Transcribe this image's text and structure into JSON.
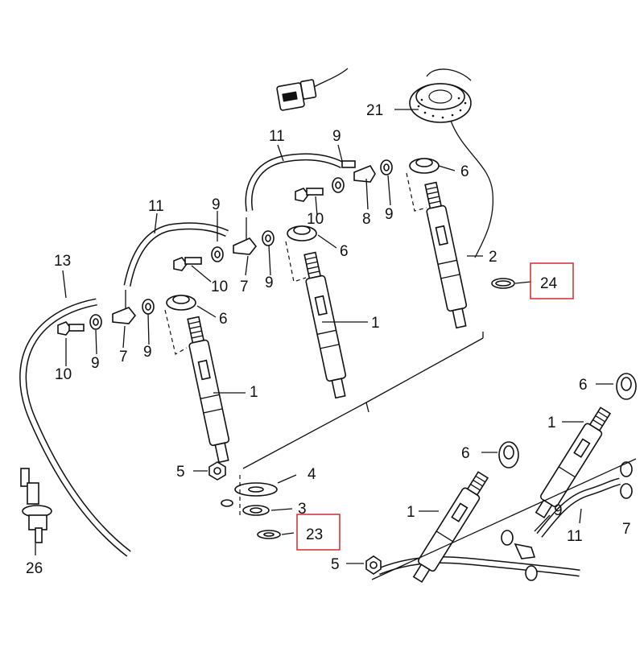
{
  "diagram": {
    "highlight_color": "#d23a3a",
    "labels": {
      "l21": "21",
      "l11a": "11",
      "l11b": "11",
      "l11c": "11",
      "l13": "13",
      "l9a": "9",
      "l9b": "9",
      "l9c": "9",
      "l9d": "9",
      "l9e": "9",
      "l9f": "9",
      "l9g": "9",
      "l10a": "10",
      "l10b": "10",
      "l10c": "10",
      "l7a": "7",
      "l7b": "7",
      "l7c": "7",
      "l8": "8",
      "l6a": "6",
      "l6b": "6",
      "l6c": "6",
      "l6d": "6",
      "l6e": "6",
      "l2": "2",
      "l24": "24",
      "l1a": "1",
      "l1b": "1",
      "l1c": "1",
      "l1d": "1",
      "l5a": "5",
      "l5b": "5",
      "l4": "4",
      "l3": "3",
      "l23": "23",
      "l26": "26"
    }
  }
}
